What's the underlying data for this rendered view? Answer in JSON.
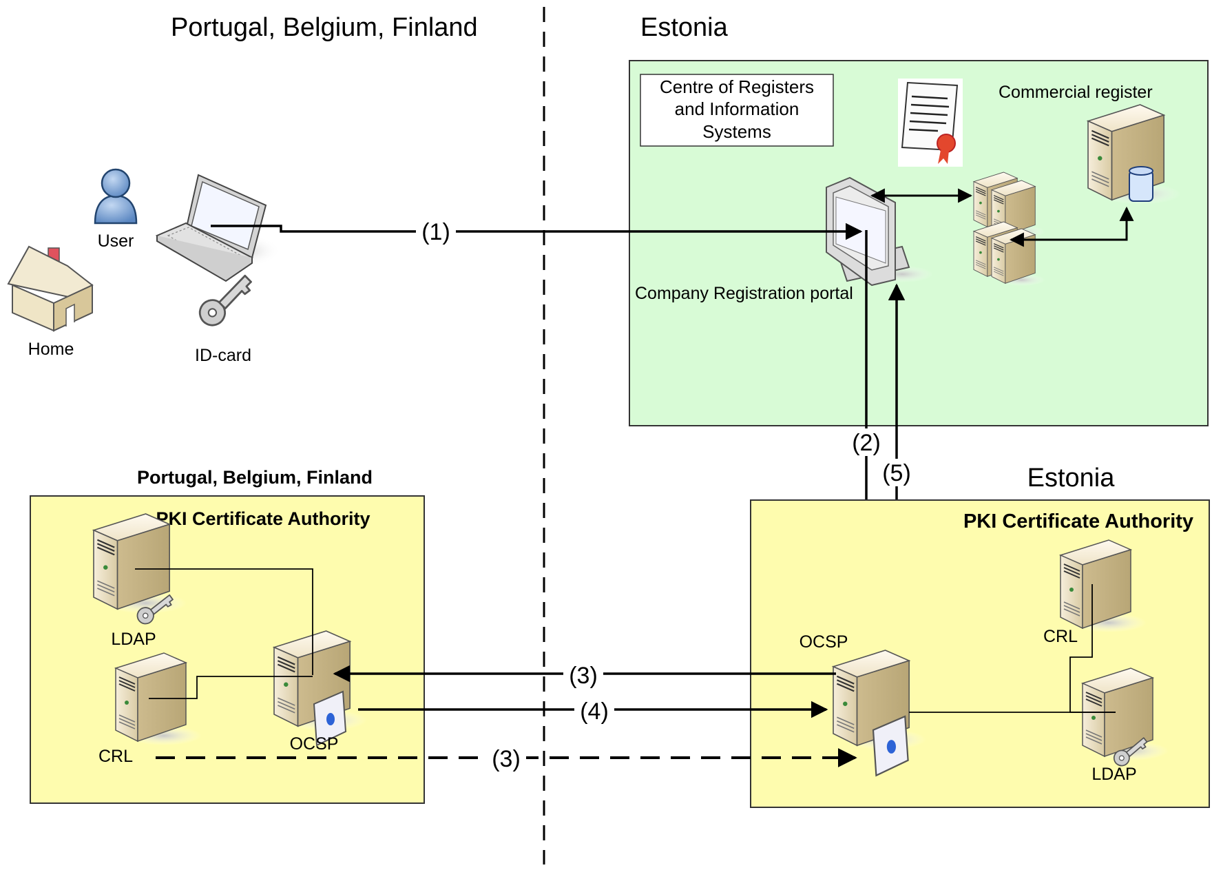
{
  "regions": {
    "left_title": "Portugal, Belgium, Finland",
    "right_title": "Estonia",
    "left_pki_title": "Portugal, Belgium, Finland",
    "right_pki_title": "Estonia"
  },
  "registry_box": {
    "org_line1": "Centre of Registers",
    "org_line2": "and Information",
    "org_line3": "Systems",
    "commercial_register": "Commercial register",
    "portal": "Company Registration portal"
  },
  "user_side": {
    "user": "User",
    "home": "Home",
    "id_card": "ID-card"
  },
  "pki_left": {
    "title": "PKI Certificate Authority",
    "ldap": "LDAP",
    "crl": "CRL",
    "ocsp": "OCSP"
  },
  "pki_right": {
    "title": "PKI Certificate Authority",
    "ocsp": "OCSP",
    "crl": "CRL",
    "ldap": "LDAP"
  },
  "steps": {
    "s1": "(1)",
    "s2": "(2)",
    "s3": "(3)",
    "s3b": "(3)",
    "s4": "(4)",
    "s5": "(5)"
  },
  "colors": {
    "registry_fill": "#d8fbd6",
    "pki_fill": "#fefcae",
    "server_body": "#ede3c9",
    "user_blue": "#7ea6d6"
  }
}
